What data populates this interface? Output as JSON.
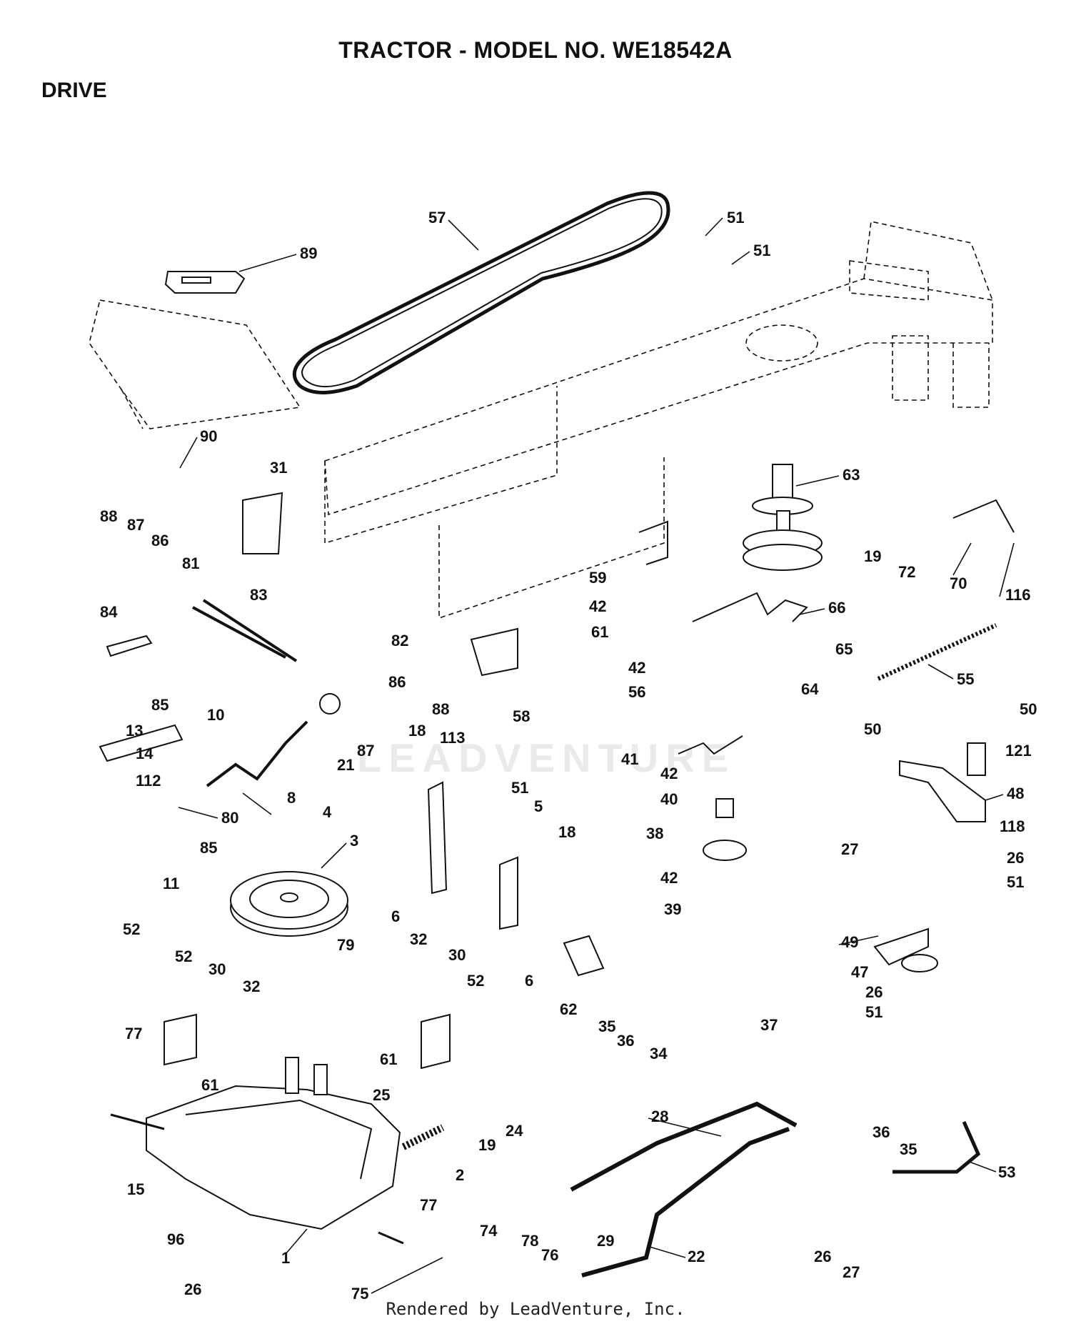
{
  "title": "TRACTOR - MODEL NO. WE18542A",
  "section": "DRIVE",
  "footer": "Rendered by LeadVenture, Inc.",
  "watermark": "LEADVENTURE",
  "callouts": [
    "57",
    "51",
    "51",
    "89",
    "90",
    "31",
    "63",
    "19",
    "72",
    "70",
    "116",
    "88",
    "87",
    "86",
    "81",
    "83",
    "82",
    "84",
    "59",
    "42",
    "61",
    "66",
    "42",
    "65",
    "56",
    "64",
    "55",
    "58",
    "85",
    "86",
    "88",
    "10",
    "87",
    "21",
    "18",
    "113",
    "41",
    "42",
    "50",
    "50",
    "121",
    "13",
    "14",
    "112",
    "8",
    "80",
    "4",
    "85",
    "3",
    "11",
    "51",
    "5",
    "18",
    "40",
    "38",
    "42",
    "39",
    "48",
    "118",
    "27",
    "26",
    "51",
    "6",
    "6",
    "62",
    "35",
    "36",
    "34",
    "49",
    "47",
    "26",
    "51",
    "52",
    "52",
    "30",
    "32",
    "79",
    "32",
    "30",
    "52",
    "77",
    "61",
    "61",
    "37",
    "25",
    "19",
    "24",
    "28",
    "36",
    "35",
    "53",
    "2",
    "15",
    "77",
    "1",
    "74",
    "29",
    "22",
    "26",
    "27",
    "96",
    "26",
    "78",
    "76",
    "75"
  ]
}
